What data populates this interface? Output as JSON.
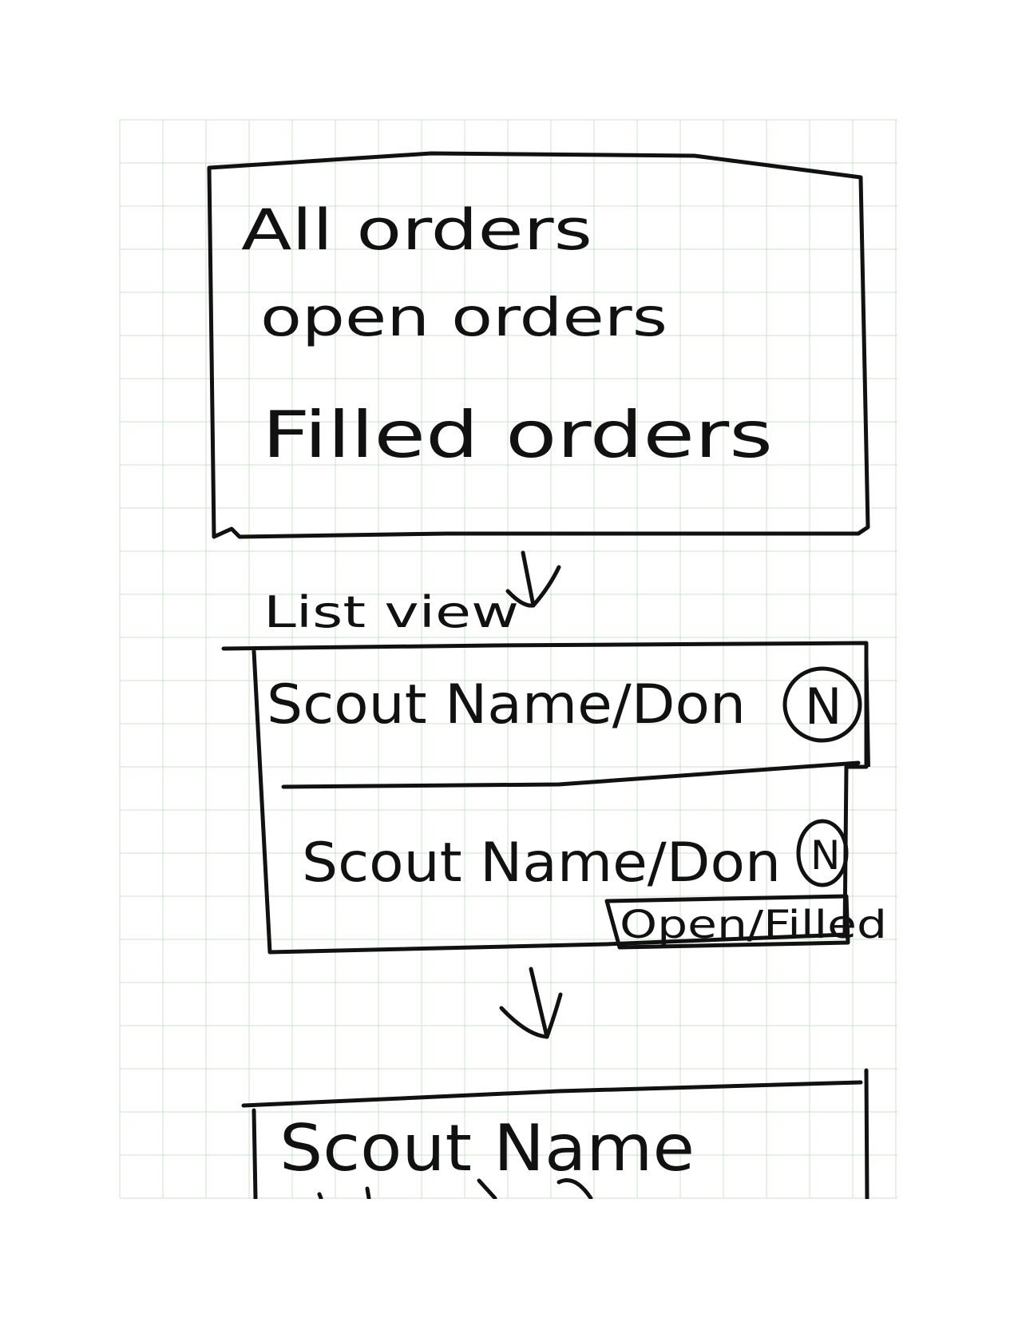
{
  "menu": {
    "items": [
      {
        "label": "All orders"
      },
      {
        "label": "open orders"
      },
      {
        "label": "Filled orders"
      }
    ]
  },
  "list_view": {
    "caption": "List view",
    "rows": [
      {
        "label": "Scout Name/Don",
        "badge": "N"
      },
      {
        "label": "Scout Name/Don",
        "badge": "N",
        "status": "Open/Filled"
      }
    ]
  },
  "detail": {
    "title": "Scout Name"
  },
  "colors": {
    "ink": "#111111",
    "grid": "#c9e3c9",
    "paper": "#ffffff"
  }
}
